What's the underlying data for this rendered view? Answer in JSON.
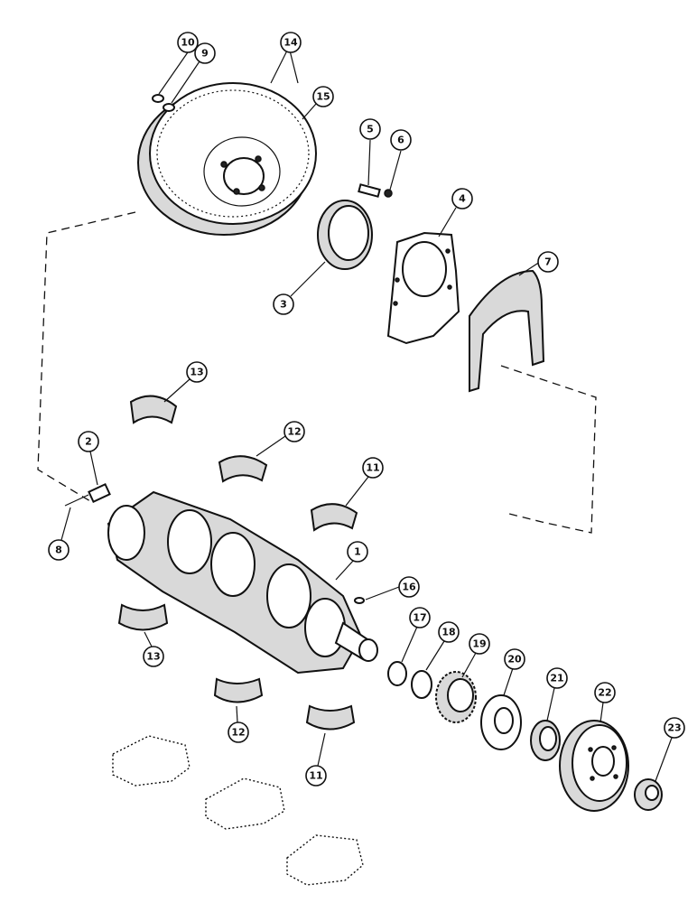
{
  "callouts": {
    "c1": "1",
    "c2": "2",
    "c3": "3",
    "c4": "4",
    "c5": "5",
    "c6": "6",
    "c7": "7",
    "c8": "8",
    "c9": "9",
    "c10": "10",
    "c11_a": "11",
    "c11_b": "11",
    "c12_a": "12",
    "c12_b": "12",
    "c13_a": "13",
    "c13_b": "13",
    "c14": "14",
    "c15": "15",
    "c16": "16",
    "c17": "17",
    "c18": "18",
    "c19": "19",
    "c20": "20",
    "c21": "21",
    "c22": "22",
    "c23": "23"
  }
}
